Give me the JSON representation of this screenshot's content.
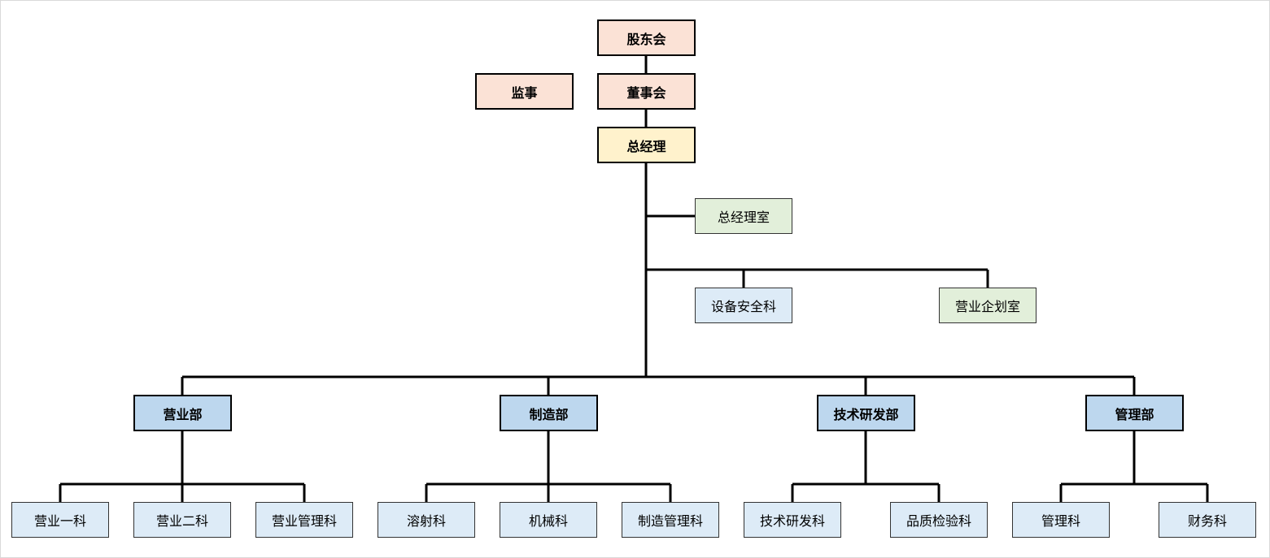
{
  "org_chart": {
    "shareholders": "股东会",
    "supervisor": "监事",
    "board": "董事会",
    "general_manager": "总经理",
    "gm_office": "总经理室",
    "equipment_safety": "设备安全科",
    "business_planning": "营业企划室",
    "departments": [
      {
        "name": "营业部",
        "sections": [
          "营业一科",
          "营业二科",
          "营业管理科"
        ]
      },
      {
        "name": "制造部",
        "sections": [
          "溶射科",
          "机械科",
          "制造管理科"
        ]
      },
      {
        "name": "技术研发部",
        "sections": [
          "技术研发科",
          "品质检验科"
        ]
      },
      {
        "name": "管理部",
        "sections": [
          "管理科",
          "财务科"
        ]
      }
    ]
  },
  "colors": {
    "top_level": "#fbe2d6",
    "general_manager": "#fff2cc",
    "office": "#e2efda",
    "department": "#bdd7ee",
    "section": "#ddebf7",
    "line": "#000000"
  }
}
